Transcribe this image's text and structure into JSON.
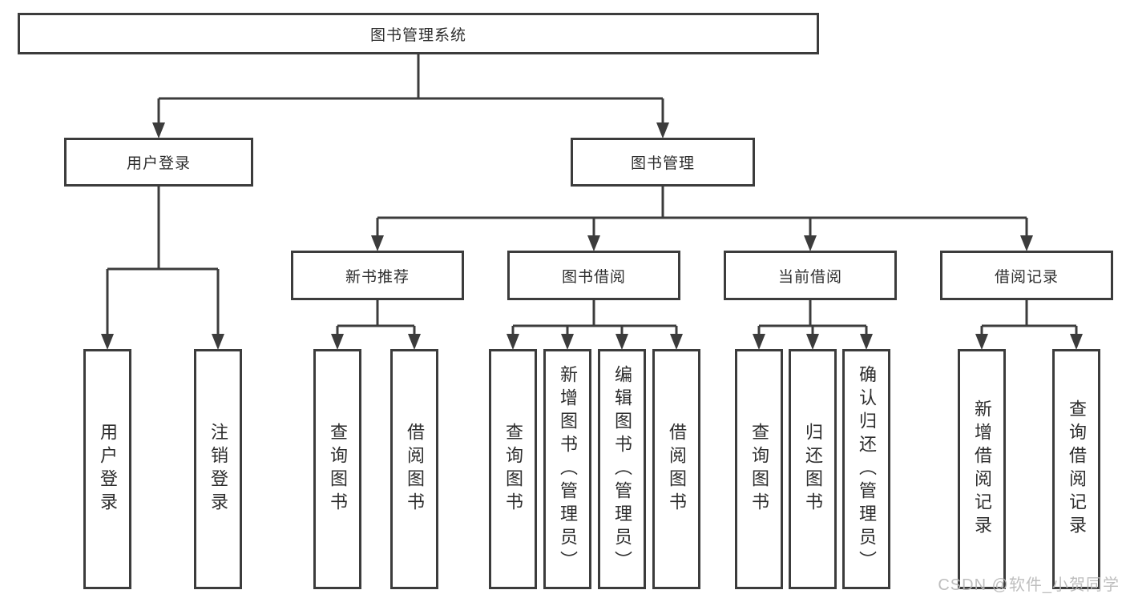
{
  "tree": {
    "label": "图书管理系统",
    "children": [
      {
        "label": "用户登录",
        "children": [
          {
            "label": "用户登录"
          },
          {
            "label": "注销登录"
          }
        ]
      },
      {
        "label": "图书管理",
        "children": [
          {
            "label": "新书推荐",
            "children": [
              {
                "label": "查询图书"
              },
              {
                "label": "借阅图书"
              }
            ]
          },
          {
            "label": "图书借阅",
            "children": [
              {
                "label": "查询图书"
              },
              {
                "label": "新增图书（管理员）"
              },
              {
                "label": "编辑图书（管理员）"
              },
              {
                "label": "借阅图书"
              }
            ]
          },
          {
            "label": "当前借阅",
            "children": [
              {
                "label": "查询图书"
              },
              {
                "label": "归还图书"
              },
              {
                "label": "确认归还（管理员）"
              }
            ]
          },
          {
            "label": "借阅记录",
            "children": [
              {
                "label": "新增借阅记录"
              },
              {
                "label": "查询借阅记录"
              }
            ]
          }
        ]
      }
    ]
  },
  "watermark": "CSDN @软件_小贺同学",
  "colors": {
    "line": "#3c3c3c",
    "text": "#2e2e2e",
    "watermark": "#b9b9b9",
    "background": "#ffffff"
  }
}
